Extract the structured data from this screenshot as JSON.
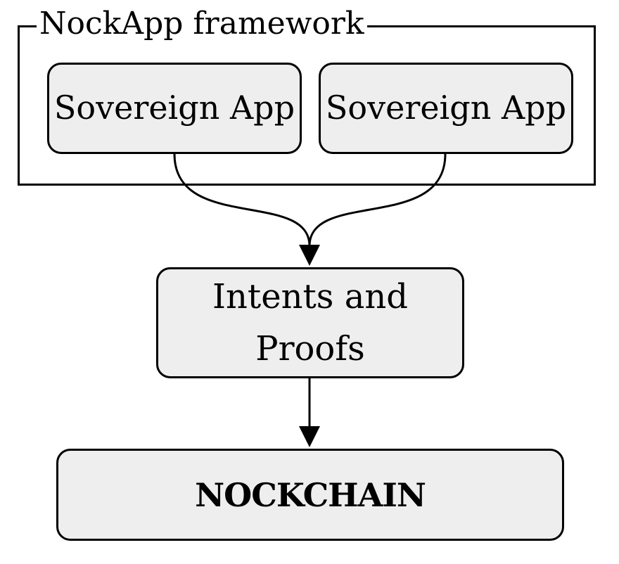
{
  "frame": {
    "title": "NockApp framework"
  },
  "nodes": {
    "app_a": {
      "label": "Sovereign App"
    },
    "app_b": {
      "label": "Sovereign App"
    },
    "intents": {
      "label": "Intents and Proofs"
    },
    "chain": {
      "label": "NOCKCHAIN"
    }
  },
  "edges": [
    {
      "from": "Sovereign App",
      "to": "Intents and Proofs"
    },
    {
      "from": "Sovereign App",
      "to": "Intents and Proofs"
    },
    {
      "from": "Intents and Proofs",
      "to": "NOCKCHAIN"
    }
  ]
}
